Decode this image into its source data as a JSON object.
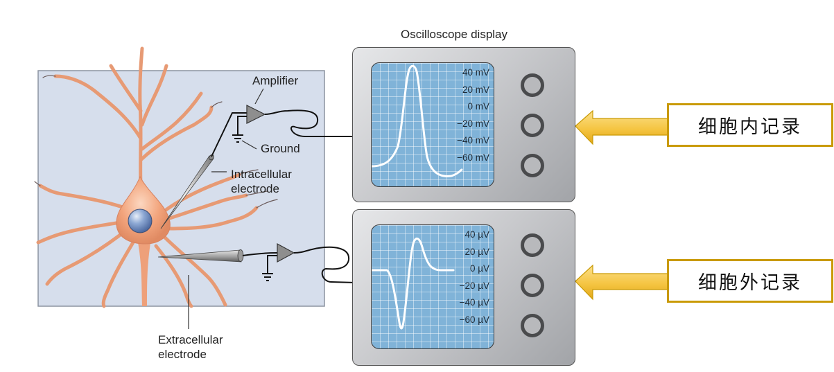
{
  "labels": {
    "amplifier": "Amplifier",
    "ground": "Ground",
    "intracellular_electrode": [
      "Intracellular",
      "electrode"
    ],
    "extracellular_electrode": [
      "Extracellular",
      "electrode"
    ],
    "oscilloscope_title": "Oscilloscope display"
  },
  "scopes": [
    {
      "id": "intracellular",
      "ticks": [
        "40 mV",
        "20 mV",
        "0 mV",
        "−20 mV",
        "−40 mV",
        "−60 mV"
      ],
      "trace": "action potential",
      "callout": "细胞内记录"
    },
    {
      "id": "extracellular",
      "ticks": [
        "40 µV",
        "20 µV",
        "0 µV",
        "−20 µV",
        "−40 µV",
        "−60 µV"
      ],
      "trace": "biphasic extracellular spike",
      "callout": "细胞外记录"
    }
  ],
  "colors": {
    "tissue_bg": "#d6deec",
    "neuron": "#f0a27a",
    "nucleus": "#6f8fc2",
    "screen": "#80b3d8",
    "callout_border": "#c99a06",
    "arrow": "#f5c542"
  }
}
